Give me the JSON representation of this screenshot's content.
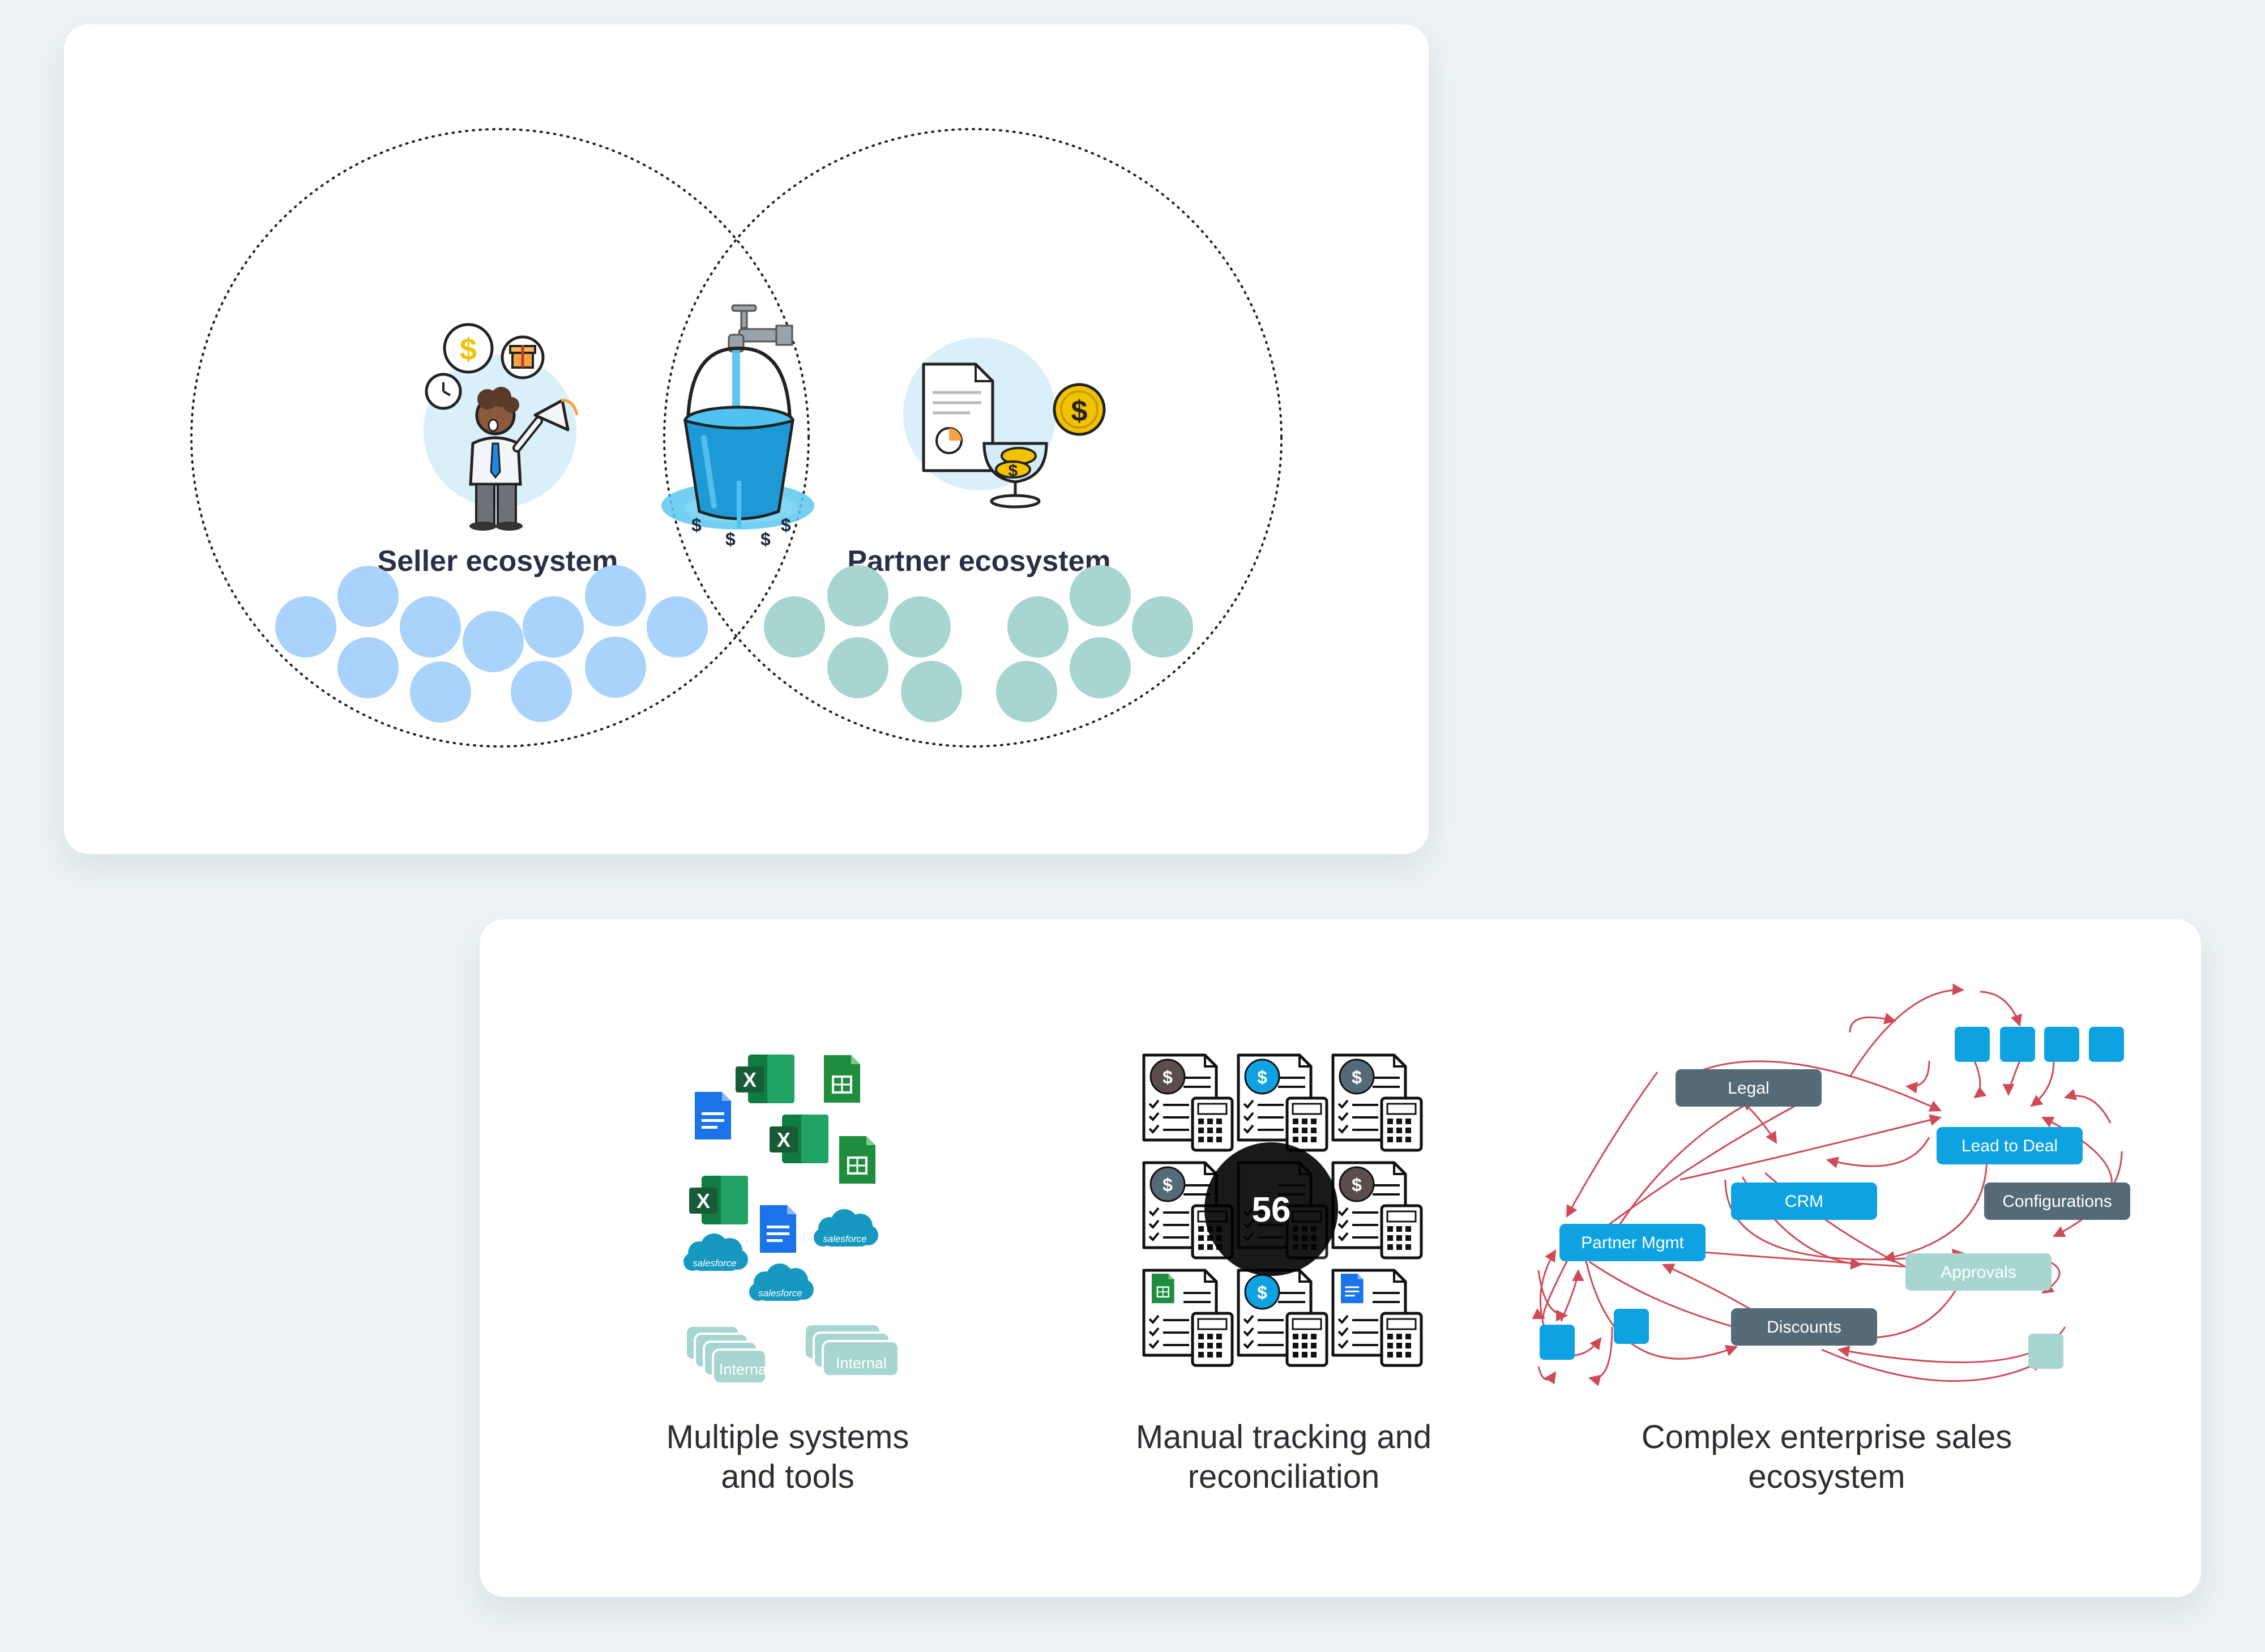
{
  "top_panel": {
    "seller_label": "Seller ecosystem",
    "partner_label": "Partner ecosystem",
    "dollar_sign": "$",
    "colors": {
      "seller_dot": "#a9d3fb",
      "partner_dot": "#a7d5cf",
      "bucket": "#1d9ad6",
      "water": "#4fc2ef"
    }
  },
  "bottom_panel": {
    "systems": {
      "caption_line1": "Multiple systems",
      "caption_line2": "and tools",
      "excel_letter": "X",
      "salesforce_label": "salesforce",
      "internal_label": "Internal"
    },
    "tracking": {
      "caption_line1": "Manual tracking and",
      "caption_line2": "reconciliation",
      "count": "56",
      "dollar_sign": "$"
    },
    "ecosystem": {
      "caption_line1": "Complex enterprise sales",
      "caption_line2": "ecosystem",
      "nodes": {
        "legal": "Legal",
        "lead_to_deal": "Lead to Deal",
        "crm": "CRM",
        "configurations": "Configurations",
        "partner_mgmt": "Partner Mgmt",
        "approvals": "Approvals",
        "discounts": "Discounts"
      },
      "colors": {
        "blue": "#0ea2e2",
        "slate": "#546a76",
        "teal": "#a7d5cf",
        "arrow": "#cf4a57"
      }
    }
  }
}
